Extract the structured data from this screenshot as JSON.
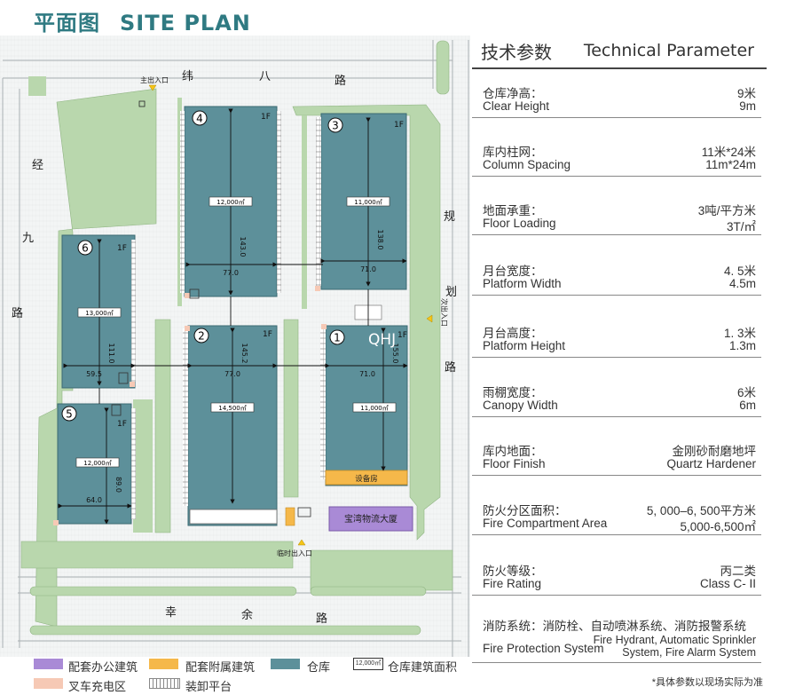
{
  "title": {
    "cn": "平面图",
    "en": "SITE PLAN"
  },
  "map": {
    "roads": {
      "top": [
        "纬",
        "八",
        "路"
      ],
      "left": [
        "经",
        "九",
        "路"
      ],
      "right": [
        "规",
        "划",
        "路"
      ],
      "bottom": [
        "幸",
        "余",
        "路"
      ]
    },
    "entrances": {
      "main": "主出入口",
      "secondary": "次出入口",
      "temporary": "临时出入口"
    },
    "watermark": "QHJ",
    "buildings": [
      {
        "id": "4",
        "floor": "1F",
        "area": "12,000㎡",
        "width": "77.0",
        "depth": "143.0"
      },
      {
        "id": "3",
        "floor": "1F",
        "area": "11,000㎡",
        "width": "71.0",
        "depth": "138.0"
      },
      {
        "id": "6",
        "floor": "1F",
        "area": "13,000㎡",
        "width": "59.5",
        "depth": "111.0"
      },
      {
        "id": "2",
        "floor": "1F",
        "area": "14,500㎡",
        "width": "77.0",
        "depth": "145.2"
      },
      {
        "id": "1",
        "floor": "1F",
        "area": "11,000㎡",
        "width": "71.0",
        "depth": "155.0"
      },
      {
        "id": "5",
        "floor": "1F",
        "area": "12,000㎡",
        "width": "64.0",
        "depth": "89.0"
      }
    ],
    "equipment_room": "设备房",
    "office": "宝湾物流大厦"
  },
  "params": {
    "header": {
      "cn": "技术参数",
      "en": "Technical Parameter"
    },
    "rows": [
      {
        "cn": "仓库净高：",
        "en": "Clear Height",
        "vcn": "9米",
        "ven": "9m"
      },
      {
        "cn": "库内柱网：",
        "en": "Column Spacing",
        "vcn": "11米*24米",
        "ven": "11m*24m"
      },
      {
        "cn": "地面承重：",
        "en": "Floor Loading",
        "vcn": "3吨/平方米",
        "ven": "3T/㎡"
      },
      {
        "cn": "月台宽度：",
        "en": "Platform Width",
        "vcn": "4. 5米",
        "ven": "4.5m"
      },
      {
        "cn": "月台高度：",
        "en": "Platform Height",
        "vcn": "1. 3米",
        "ven": "1.3m"
      },
      {
        "cn": "雨棚宽度：",
        "en": "Canopy Width",
        "vcn": "6米",
        "ven": "6m"
      },
      {
        "cn": "库内地面：",
        "en": "Floor Finish",
        "vcn": "金刚砂耐磨地坪",
        "ven": "Quartz Hardener"
      },
      {
        "cn": "防火分区面积：",
        "en": "Fire Compartment Area",
        "vcn": "5, 000–6, 500平方米",
        "ven": "5,000-6,500㎡"
      },
      {
        "cn": "防火等级：",
        "en": "Fire Rating",
        "vcn": "丙二类",
        "ven": "Class C- II"
      }
    ],
    "fire_protection": {
      "cn": "消防系统：消防栓、自动喷淋系统、消防报警系统",
      "en": "Fire Protection System",
      "value_line1": "Fire Hydrant, Automatic Sprinkler",
      "value_line2": "System, Fire Alarm System"
    },
    "note": "*具体参数以现场实际为准"
  },
  "legend": {
    "office": "配套办公建筑",
    "auxiliary": "配套附属建筑",
    "warehouse": "仓库",
    "area_sample": "12,000㎡",
    "area": "仓库建筑面积",
    "charging": "叉车充电区",
    "dock": "装卸平台"
  },
  "colors": {
    "warehouse": "#5d909a",
    "office": "#a98ad6",
    "auxiliary": "#f5b84a",
    "charging": "#f6c9b5",
    "green": "#b9d7ad",
    "road": "#f2f4f4",
    "title": "#2f7a82"
  }
}
